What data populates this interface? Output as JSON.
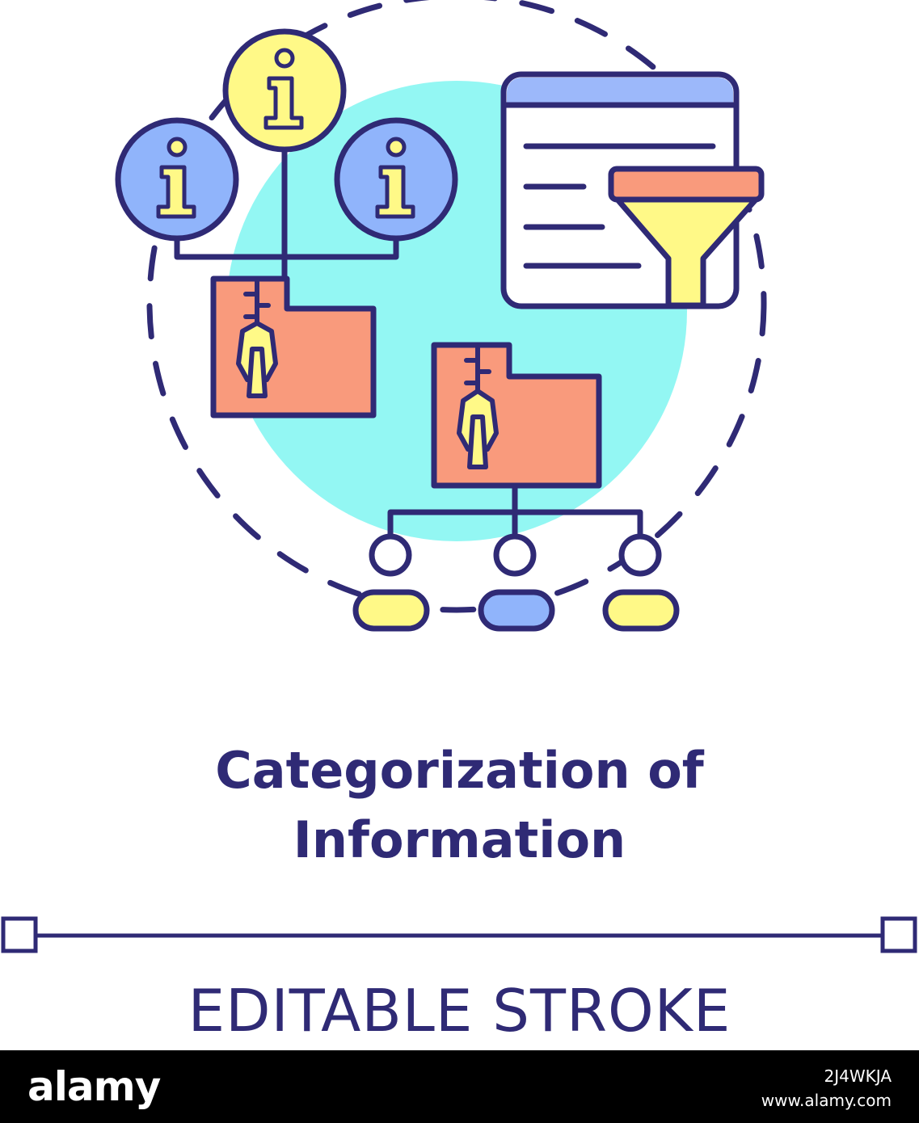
{
  "title_lines": [
    "Categorization of",
    "Information"
  ],
  "stroke_label": "EDITABLE STROKE",
  "footer": {
    "brand": "alamy",
    "image_id": "2J4WKJA",
    "site": "www.alamy.com"
  },
  "colors": {
    "stroke": "#2f2a75",
    "cyan_blob": "#93f7f3",
    "info_yellow": "#fff987",
    "info_blue": "#90b4fb",
    "folder_orange": "#f99a7c",
    "funnel_top": "#f99a7c",
    "funnel_body": "#fff987",
    "window_header": "#9cb8fa",
    "background": "#ffffff",
    "footer_bg": "#000000"
  },
  "icons": [
    "info-icon",
    "folder-zip-icon",
    "funnel-icon",
    "window-icon",
    "hierarchy-icon"
  ]
}
